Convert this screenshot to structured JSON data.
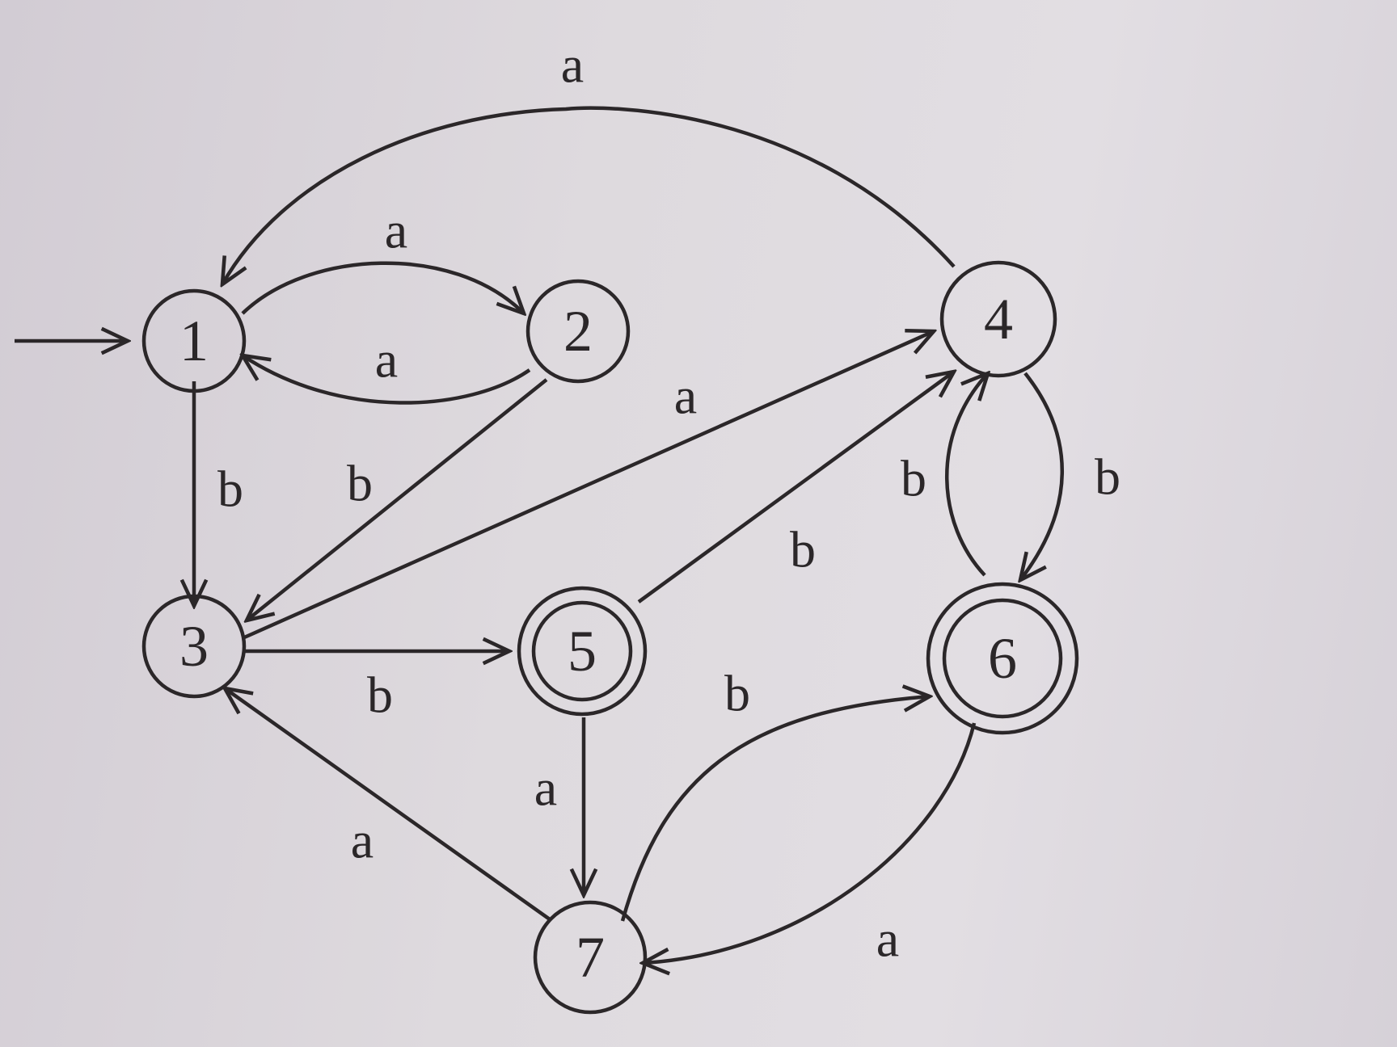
{
  "diagram": {
    "type": "finite-automaton",
    "start_state": "1",
    "accepting_states": [
      "5",
      "6"
    ],
    "states": [
      {
        "id": "1",
        "label": "1",
        "accepting": false,
        "start": true
      },
      {
        "id": "2",
        "label": "2",
        "accepting": false,
        "start": false
      },
      {
        "id": "3",
        "label": "3",
        "accepting": false,
        "start": false
      },
      {
        "id": "4",
        "label": "4",
        "accepting": false,
        "start": false
      },
      {
        "id": "5",
        "label": "5",
        "accepting": true,
        "start": false
      },
      {
        "id": "6",
        "label": "6",
        "accepting": true,
        "start": false
      },
      {
        "id": "7",
        "label": "7",
        "accepting": false,
        "start": false
      }
    ],
    "transitions": [
      {
        "from": "4",
        "to": "1",
        "symbol": "a"
      },
      {
        "from": "1",
        "to": "2",
        "symbol": "a"
      },
      {
        "from": "2",
        "to": "1",
        "symbol": "a"
      },
      {
        "from": "1",
        "to": "3",
        "symbol": "b"
      },
      {
        "from": "2",
        "to": "3",
        "symbol": "b"
      },
      {
        "from": "3",
        "to": "4",
        "symbol": "a"
      },
      {
        "from": "5",
        "to": "4",
        "symbol": "b"
      },
      {
        "from": "6",
        "to": "4",
        "symbol": "b"
      },
      {
        "from": "4",
        "to": "6",
        "symbol": "b"
      },
      {
        "from": "3",
        "to": "5",
        "symbol": "b"
      },
      {
        "from": "7",
        "to": "6",
        "symbol": "b"
      },
      {
        "from": "5",
        "to": "7",
        "symbol": "a"
      },
      {
        "from": "7",
        "to": "3",
        "symbol": "a"
      },
      {
        "from": "6",
        "to": "7",
        "symbol": "a"
      }
    ]
  }
}
